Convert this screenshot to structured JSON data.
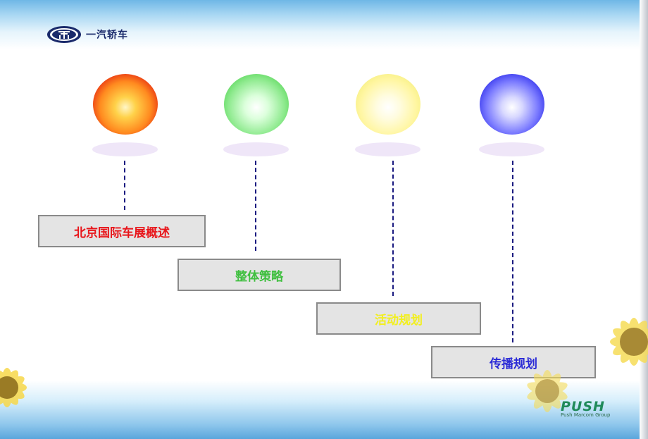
{
  "brand": {
    "logo_icon": "faw-emblem-icon",
    "name": "一汽轿车"
  },
  "steps": [
    {
      "label": "北京国际车展概述",
      "color": "#e8161b"
    },
    {
      "label": "整体策略",
      "color": "#3fbf3f"
    },
    {
      "label": "活动规划",
      "color": "#f2ef1e"
    },
    {
      "label": "传播规划",
      "color": "#2a2ad6"
    }
  ],
  "footer_logo": {
    "name": "PUSH",
    "sub": "Push Marcom Group"
  }
}
